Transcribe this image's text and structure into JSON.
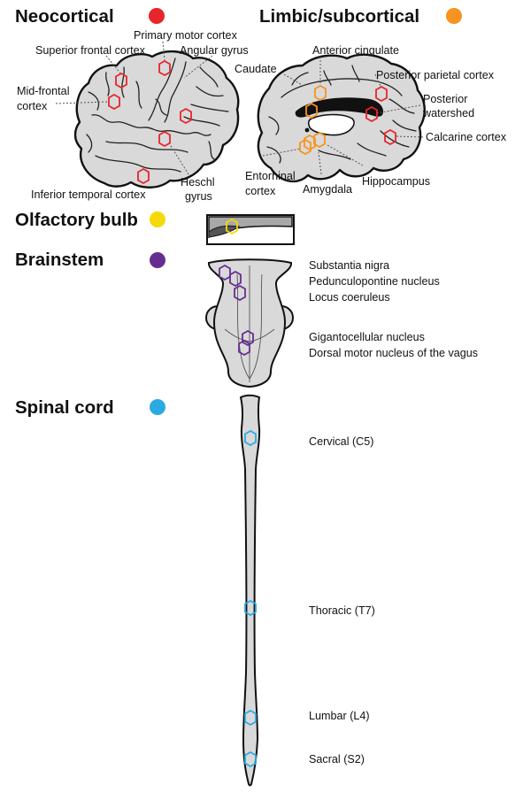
{
  "colors": {
    "neocortical": "#e8252d",
    "limbic": "#f7931e",
    "olfactory": "#f5d90a",
    "brainstem": "#662d91",
    "spinal": "#29abe2",
    "tissue": "#d9d9d9",
    "outline": "#111111"
  },
  "sections": {
    "neocortical": "Neocortical",
    "limbic": "Limbic/subcortical",
    "olfactory": "Olfactory bulb",
    "brainstem": "Brainstem",
    "spinal": "Spinal cord"
  },
  "neocortical_regions": {
    "primary_motor": "Primary motor cortex",
    "superior_frontal": "Superior frontal cortex",
    "angular_gyrus": "Angular gyrus",
    "mid_frontal_1": "Mid-frontal",
    "mid_frontal_2": "cortex",
    "heschl_1": "Heschl",
    "heschl_2": "gyrus",
    "inferior_temporal": "Inferior temporal cortex"
  },
  "limbic_regions": {
    "anterior_cingulate": "Anterior cingulate",
    "caudate": "Caudate",
    "posterior_parietal": "Posterior parietal cortex",
    "posterior_watershed_1": "Posterior",
    "posterior_watershed_2": "watershed",
    "calcarine": "Calcarine cortex",
    "entorhinal_1": "Entorhinal",
    "entorhinal_2": "cortex",
    "amygdala": "Amygdala",
    "hippocampus": "Hippocampus"
  },
  "brainstem_regions": {
    "substantia_nigra": "Substantia nigra",
    "pedunculopontine": "Pedunculopontine nucleus",
    "locus_coeruleus": "Locus coeruleus",
    "gigantocellular": "Gigantocellular nucleus",
    "dorsal_motor_vagus": "Dorsal motor nucleus of the vagus"
  },
  "spinal_regions": {
    "cervical": "Cervical (C5)",
    "thoracic": "Thoracic (T7)",
    "lumbar": "Lumbar (L4)",
    "sacral": "Sacral (S2)"
  },
  "icons": {
    "region_marker": "hexagon-outline",
    "category_legend": "filled-circle"
  }
}
